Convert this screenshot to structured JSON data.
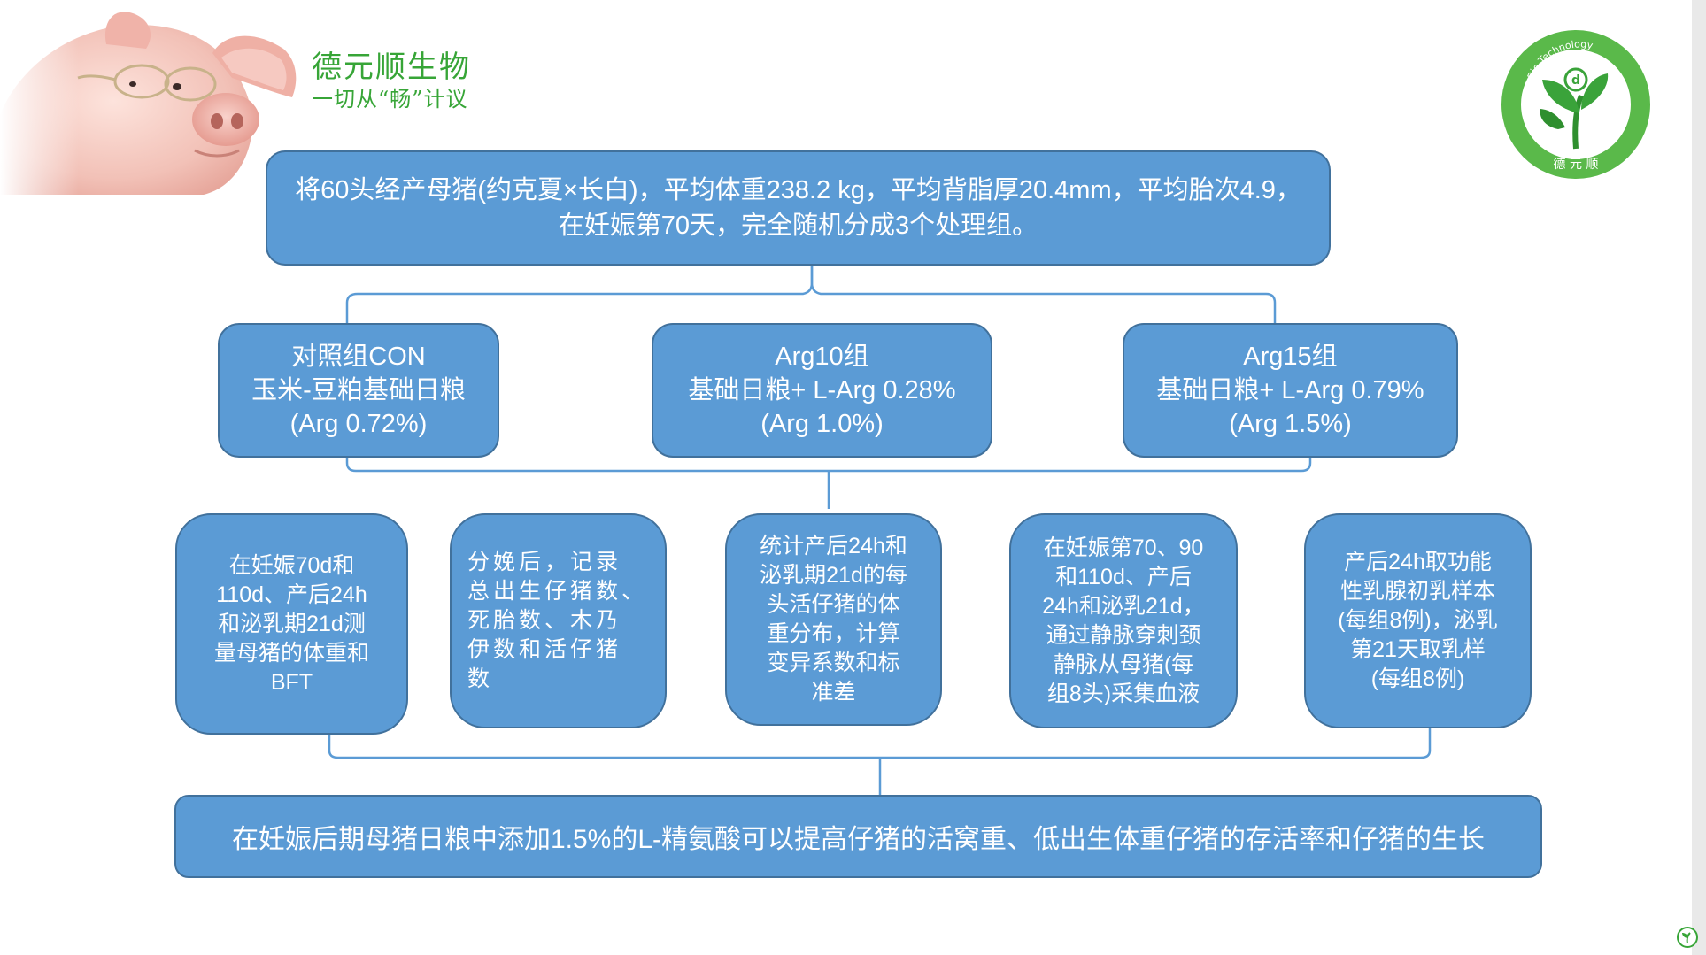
{
  "brand": {
    "title": "德元顺生物",
    "slogan": "一切从“畅”计议",
    "logo_ring_text": "Bio-Technology",
    "logo_bottom_text": "德 元 顺",
    "logo_letter": "d",
    "colors": {
      "green": "#37a537",
      "box_fill": "#5b9bd5",
      "box_border": "#41719c",
      "line": "#5b9bd5"
    }
  },
  "diagram": {
    "top_box": "将60头经产母猪(约克夏×长白)，平均体重238.2 kg，平均背脂厚20.4mm，平均胎次4.9，在妊娠第70天，完全随机分成3个处理组。",
    "groups": [
      {
        "line1": "对照组CON",
        "line2": "玉米-豆粕基础日粮",
        "line3": "(Arg 0.72%)"
      },
      {
        "line1": "Arg10组",
        "line2": "基础日粮+ L-Arg 0.28%",
        "line3": "(Arg 1.0%)"
      },
      {
        "line1": "Arg15组",
        "line2": "基础日粮+ L-Arg 0.79%",
        "line3": "(Arg 1.5%)"
      }
    ],
    "measures": [
      "在妊娠70d和\n110d、产后24h\n和泌乳期21d测\n量母猪的体重和\nBFT",
      "分娩后，记录\n总出生仔猪数、\n死胎数、木乃\n伊数和活仔猪\n数",
      "统计产后24h和\n泌乳期21d的每\n头活仔猪的体\n重分布，计算\n变异系数和标\n准差",
      "在妊娠第70、90\n和110d、产后\n24h和泌乳21d，\n通过静脉穿刺颈\n静脉从母猪(每\n组8头)采集血液",
      "产后24h取功能\n性乳腺初乳样本\n(每组8例)，泌乳\n第21天取乳样\n(每组8例)"
    ],
    "conclusion": "在妊娠后期母猪日粮中添加1.5%的L-精氨酸可以提高仔猪的活窝重、低出生体重仔猪的存活率和仔猪的生长"
  }
}
